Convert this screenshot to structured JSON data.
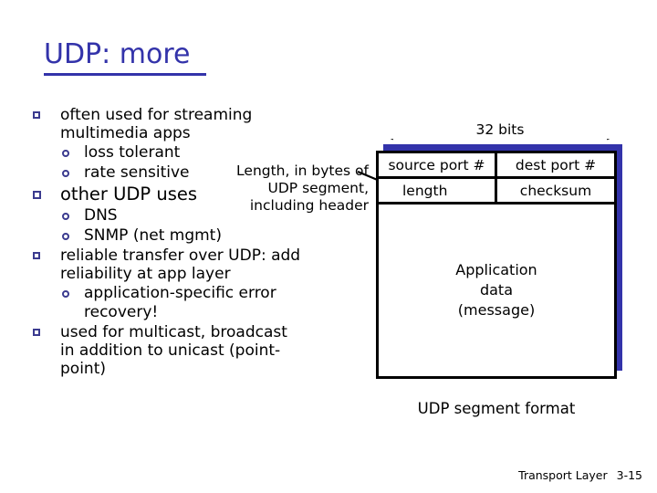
{
  "slide": {
    "title": "UDP: more",
    "title_color": "#3333aa"
  },
  "bullets": [
    {
      "level": 1,
      "marker": "square",
      "text": "often used for streaming multimedia apps",
      "emphasis": false
    },
    {
      "level": 2,
      "marker": "circle",
      "text": "loss tolerant"
    },
    {
      "level": 2,
      "marker": "circle",
      "text": "rate sensitive"
    },
    {
      "level": 1,
      "marker": "square",
      "text": "other UDP uses",
      "emphasis": true
    },
    {
      "level": 2,
      "marker": "circle",
      "text": "DNS"
    },
    {
      "level": 2,
      "marker": "circle",
      "text": "SNMP (net mgmt)"
    },
    {
      "level": 1,
      "marker": "square",
      "text": "reliable transfer over UDP: add reliability at app layer",
      "emphasis": false
    },
    {
      "level": 2,
      "marker": "circle",
      "text": "application-specific error recovery!"
    },
    {
      "level": 1,
      "marker": "square",
      "text": "used for multicast, broadcast in addition to unicast (point-point)",
      "emphasis": false
    }
  ],
  "callout": {
    "text": "Length, in bytes of UDP segment, including header"
  },
  "diagram": {
    "width_label": "32 bits",
    "caption": "UDP segment format",
    "shadow_color": "#3333aa",
    "header_row": {
      "source_port": "source port #",
      "dest_port": "dest port #"
    },
    "second_row": {
      "length": "length",
      "checksum": "checksum"
    },
    "payload": "Application\ndata\n(message)",
    "payload_lines": [
      "Application",
      "data",
      "(message)"
    ]
  },
  "footer": {
    "course": "Transport Layer",
    "page": "3-15"
  }
}
